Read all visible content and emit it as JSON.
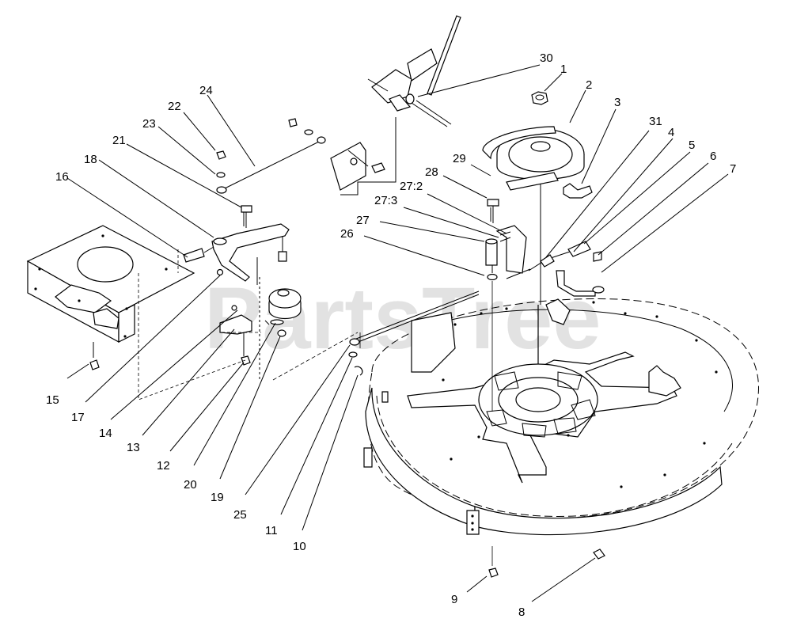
{
  "watermark": "PartsTree",
  "callouts": [
    "1",
    "2",
    "3",
    "4",
    "5",
    "6",
    "7",
    "8",
    "9",
    "10",
    "11",
    "12",
    "13",
    "14",
    "15",
    "16",
    "17",
    "18",
    "19",
    "20",
    "21",
    "22",
    "23",
    "24",
    "25",
    "26",
    "27",
    "27:2",
    "27:3",
    "28",
    "29",
    "30",
    "31"
  ]
}
